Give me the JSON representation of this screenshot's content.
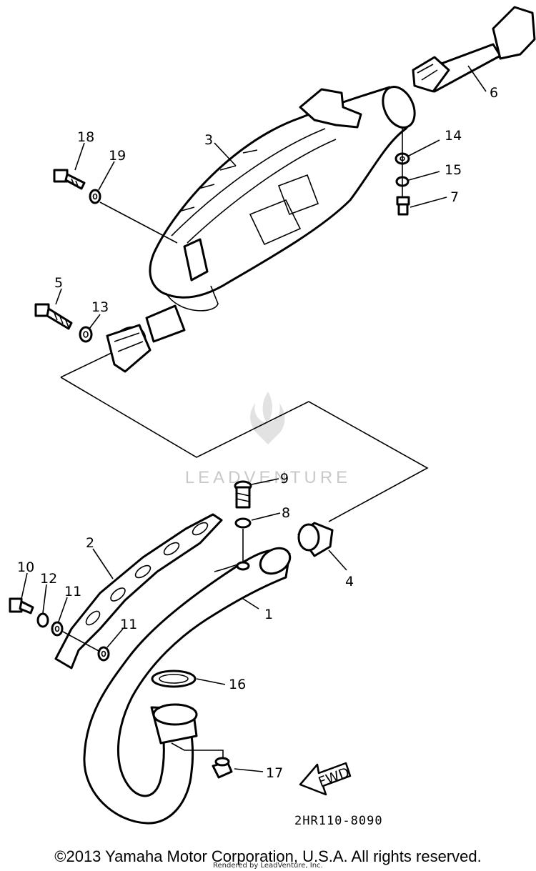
{
  "diagram": {
    "callouts": [
      {
        "id": "p1",
        "label": "1"
      },
      {
        "id": "p2",
        "label": "2"
      },
      {
        "id": "p3",
        "label": "3"
      },
      {
        "id": "p4",
        "label": "4"
      },
      {
        "id": "p5",
        "label": "5"
      },
      {
        "id": "p6",
        "label": "6"
      },
      {
        "id": "p7",
        "label": "7"
      },
      {
        "id": "p8",
        "label": "8"
      },
      {
        "id": "p9",
        "label": "9"
      },
      {
        "id": "p10",
        "label": "10"
      },
      {
        "id": "p11a",
        "label": "11"
      },
      {
        "id": "p11b",
        "label": "11"
      },
      {
        "id": "p12",
        "label": "12"
      },
      {
        "id": "p13",
        "label": "13"
      },
      {
        "id": "p14",
        "label": "14"
      },
      {
        "id": "p15",
        "label": "15"
      },
      {
        "id": "p16",
        "label": "16"
      },
      {
        "id": "p17",
        "label": "17"
      },
      {
        "id": "p18",
        "label": "18"
      },
      {
        "id": "p19",
        "label": "19"
      }
    ],
    "fwd_label": "FWD",
    "reference_code": "2HR110-8090"
  },
  "watermark": {
    "text": "LEADVENTURE"
  },
  "footer": {
    "copyright": "©2013 Yamaha Motor Corporation, U.S.A. All rights reserved.",
    "rendered_by": "Rendered by LeadVenture, Inc."
  }
}
